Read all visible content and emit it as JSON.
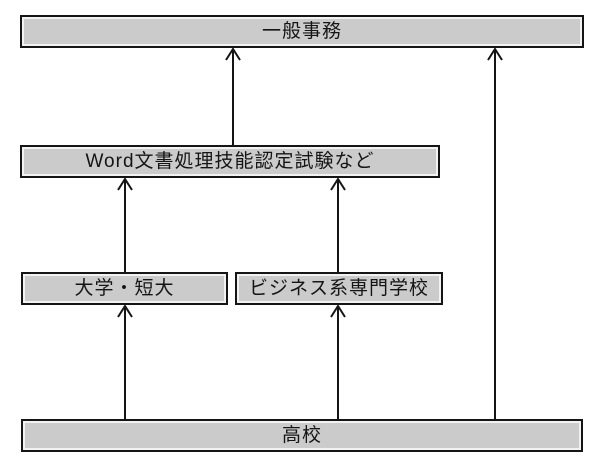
{
  "diagram": {
    "description": "Career path flowchart from high school to general office work via schools and a Word certification exam",
    "nodes": {
      "general_office": {
        "label": "一般事務"
      },
      "word_exam": {
        "label": "Word文書処理技能認定試験など"
      },
      "university": {
        "label": "大学・短大"
      },
      "business_school": {
        "label": "ビジネス系専門学校"
      },
      "high_school": {
        "label": "高校"
      }
    },
    "edges": [
      {
        "from": "word_exam",
        "to": "general_office"
      },
      {
        "from": "high_school",
        "to": "general_office"
      },
      {
        "from": "university",
        "to": "word_exam"
      },
      {
        "from": "business_school",
        "to": "word_exam"
      },
      {
        "from": "high_school",
        "to": "university"
      },
      {
        "from": "high_school",
        "to": "business_school"
      }
    ],
    "colors": {
      "background": "#ffffff",
      "box_fill": "#cbcbcb",
      "box_border": "#151515",
      "box_inner_line": "#f2f2f2",
      "arrow": "#151515",
      "text": "#151515"
    }
  }
}
